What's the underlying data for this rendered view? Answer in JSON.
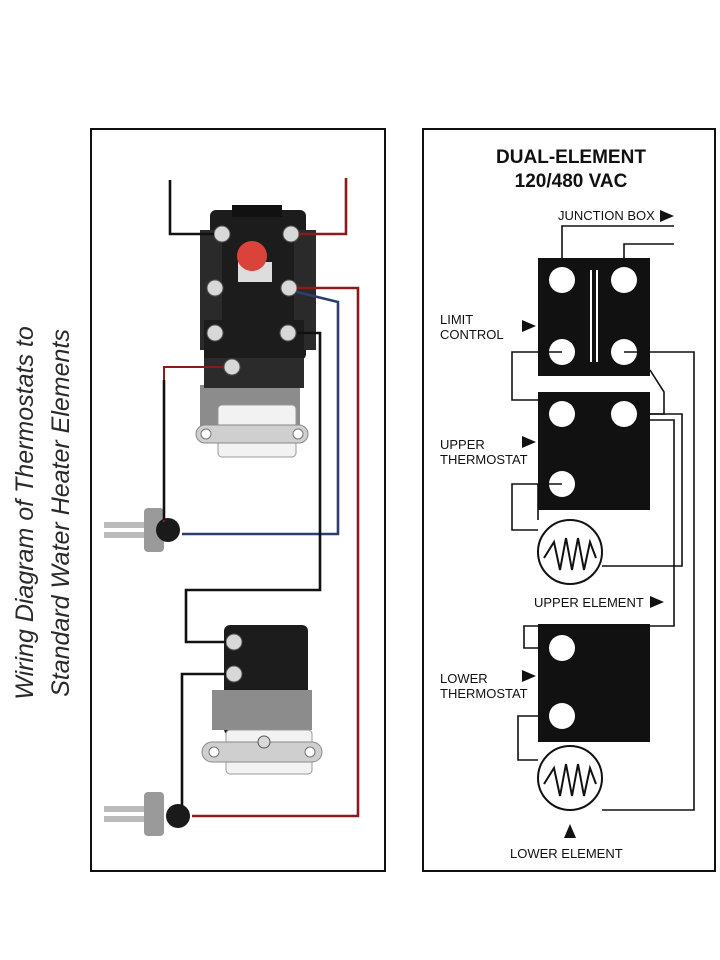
{
  "side_title": {
    "line1": "Wiring Diagram of Thermostats to",
    "line2": "Standard Water Heater Elements"
  },
  "schematic": {
    "title_line1": "DUAL-ELEMENT",
    "title_line2": "120/480 VAC",
    "labels": {
      "junction_box": "JUNCTION BOX",
      "limit_control_1": "LIMIT",
      "limit_control_2": "CONTROL",
      "upper_thermostat_1": "UPPER",
      "upper_thermostat_2": "THERMOSTAT",
      "upper_element": "UPPER ELEMENT",
      "lower_thermostat_1": "LOWER",
      "lower_thermostat_2": "THERMOSTAT",
      "lower_element": "LOWER ELEMENT"
    }
  },
  "colors": {
    "wire_black": "#111111",
    "wire_red": "#8b1a1a",
    "wire_blue": "#2c3e70",
    "limit_button": "#d9433a"
  }
}
